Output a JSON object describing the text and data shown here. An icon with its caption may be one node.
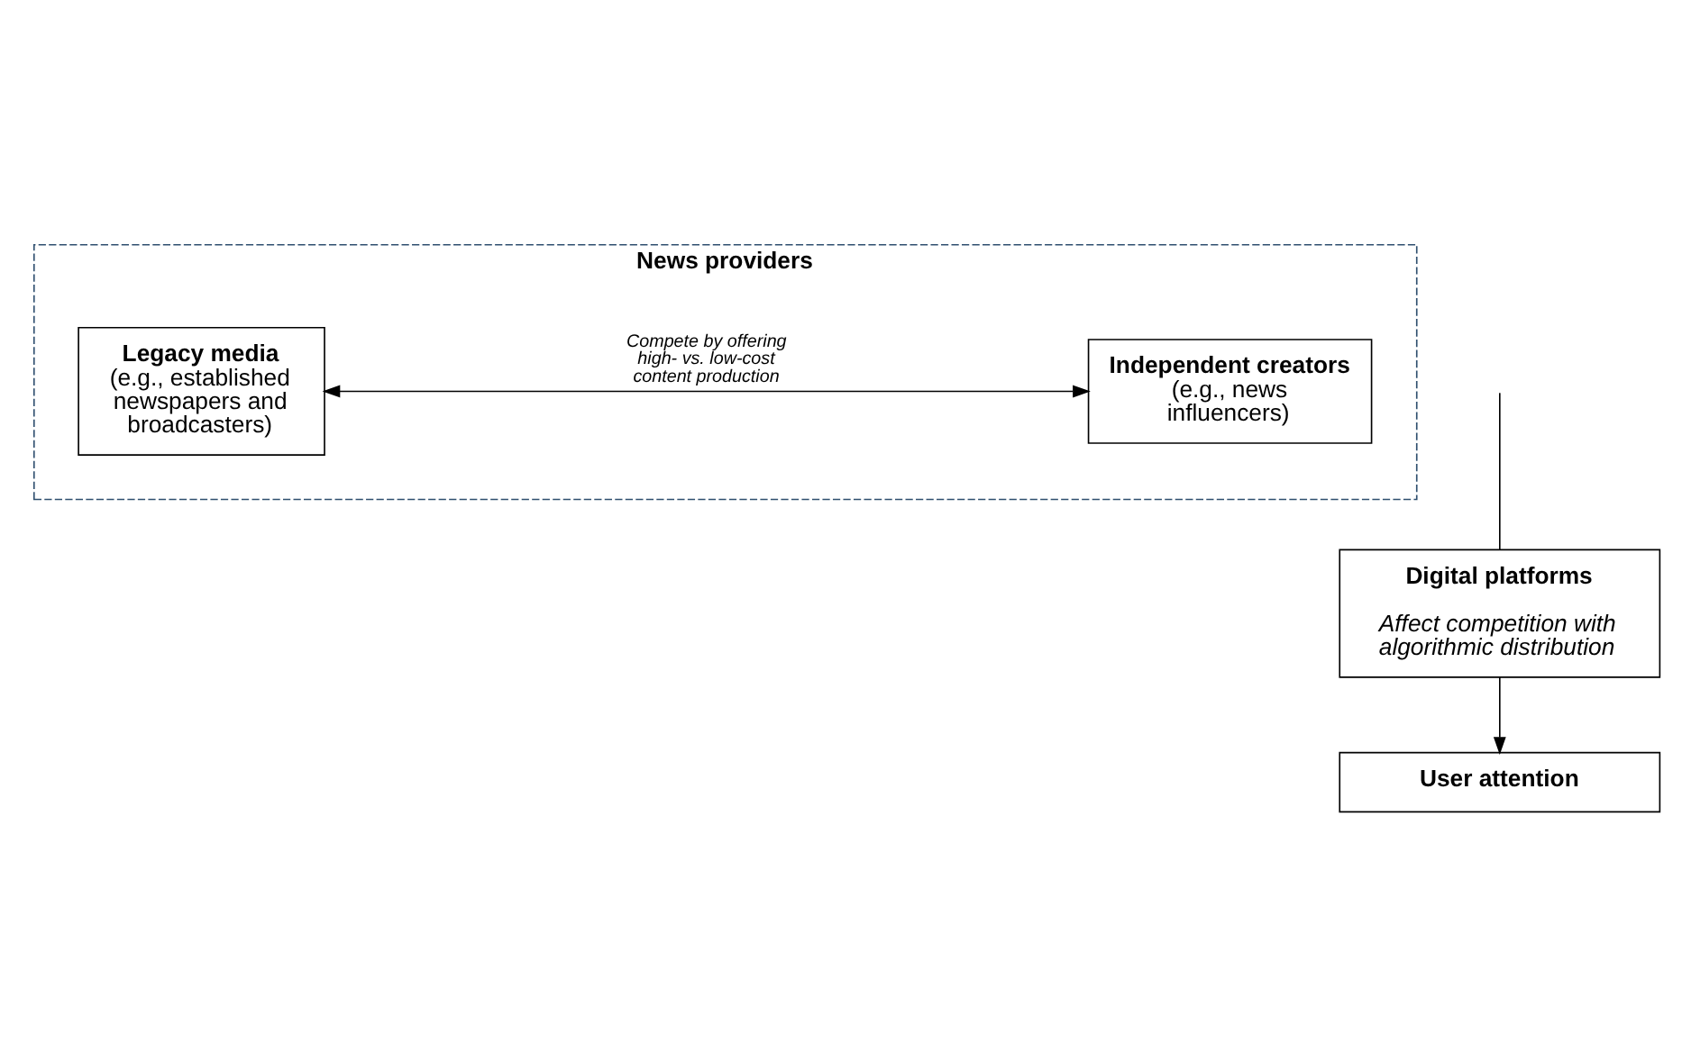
{
  "diagram": {
    "nodes": [
      {
        "text": [
          "News providers"
        ]
      },
      {
        "text": [
          "Legacy media",
          "(e.g., established newspapers and broadcasters)"
        ],
        "in": 0
      },
      {
        "text": [
          "Independent creators",
          "(e.g., news influencers)"
        ],
        "in": 0
      },
      {
        "text": [
          "Digital platforms",
          "Affect competition with algorithmic distribution"
        ]
      },
      {
        "text": [
          "User attention"
        ]
      }
    ],
    "edges": [
      {
        "from": 1,
        "to": 2,
        "arrow": "both",
        "label": "Compete by offering high- vs. low-cost content production"
      },
      {
        "from": null,
        "to": 3,
        "arrow": "none"
      },
      {
        "from": 3,
        "to": 4,
        "arrow": "to"
      }
    ]
  }
}
